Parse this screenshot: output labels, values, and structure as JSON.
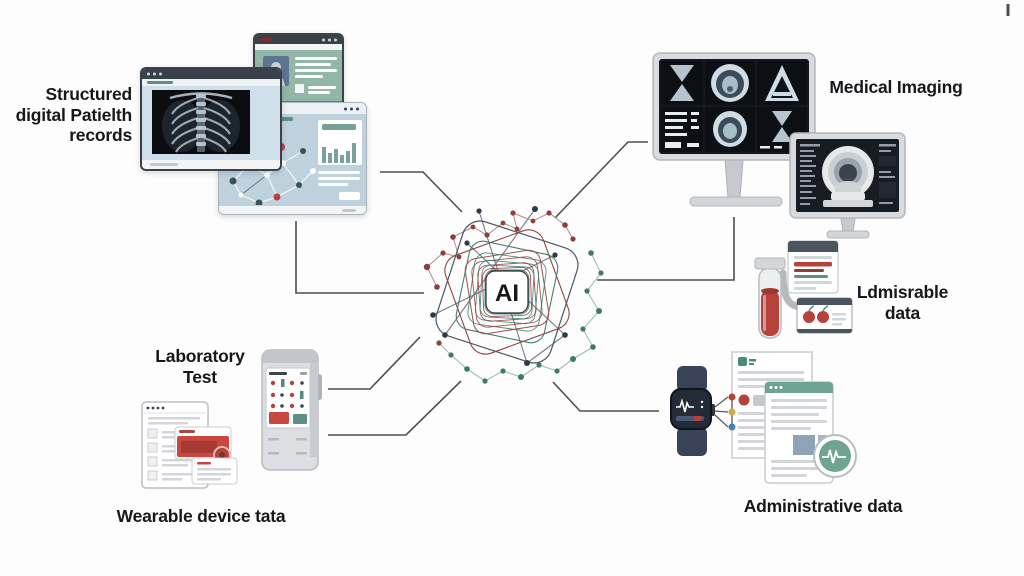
{
  "diagram": {
    "title_hint": "AI healthcare data sources diagram",
    "center_label": "AI",
    "nodes": [
      {
        "id": "structured-records",
        "label": "Structured\ndigital Patielth\nrecords"
      },
      {
        "id": "medical-imaging",
        "label": "Medical Imaging"
      },
      {
        "id": "admissible-data",
        "label": "Ldmisrable\ndata"
      },
      {
        "id": "laboratory-test",
        "label": "Laboratory\nTest"
      },
      {
        "id": "wearable-device",
        "label": "Wearable device tata"
      },
      {
        "id": "administrative-data",
        "label": "Administrative data"
      }
    ],
    "colors": {
      "accent_red": "#b5433c",
      "accent_teal": "#5d8f84",
      "accent_navy": "#3c434c",
      "connector": "#4e4e4e",
      "window_blue": "#c3d5e0",
      "window_green": "#93b7a6",
      "screen_dark": "#14171d"
    }
  }
}
